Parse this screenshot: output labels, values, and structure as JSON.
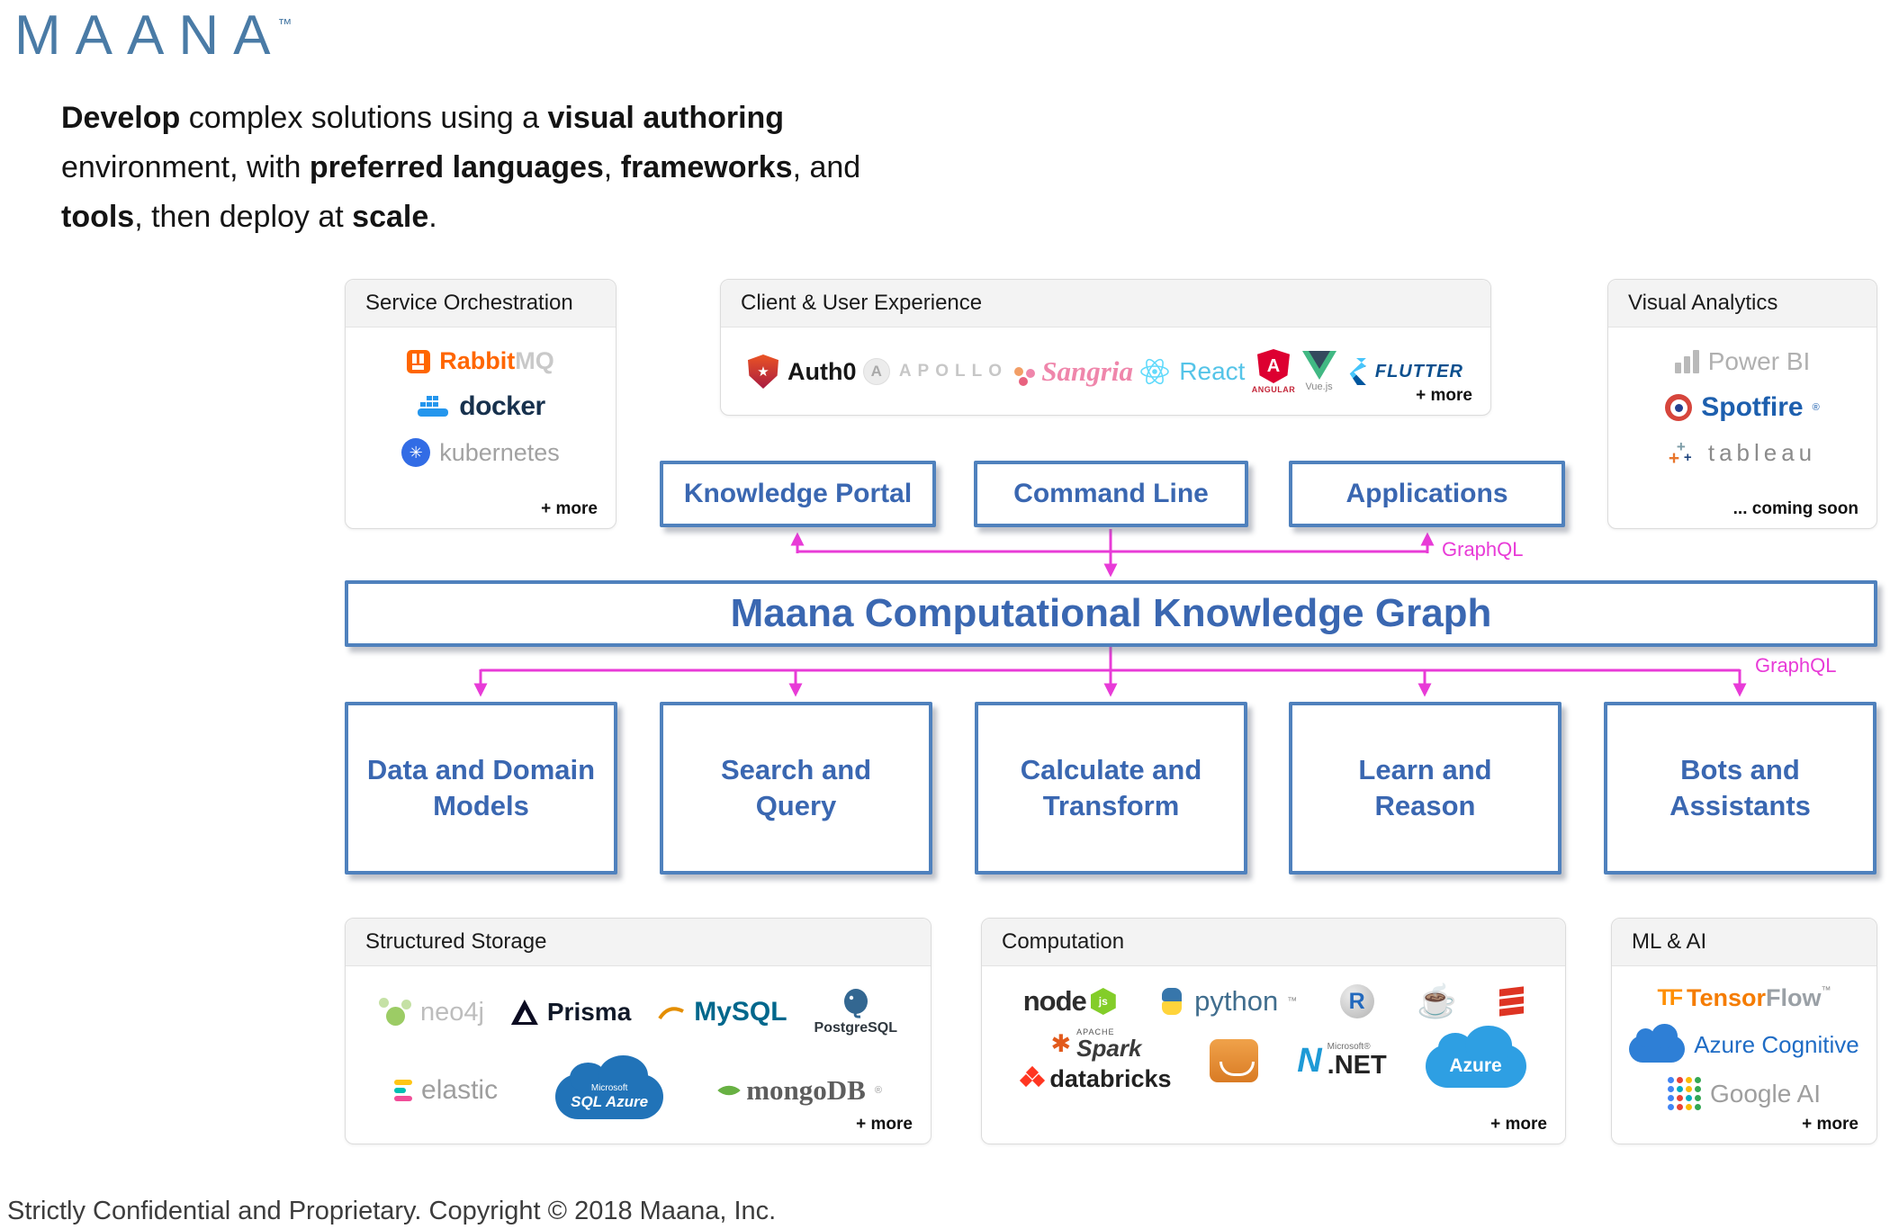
{
  "logo": {
    "text": "MAANA",
    "tm": "™"
  },
  "intro": {
    "l1b1": "Develop",
    "l1t1": " complex solutions using a ",
    "l1b2": "visual authoring",
    "l2t1": "environment, with ",
    "l2b1": "preferred languages",
    "l2t2": ", ",
    "l2b2": "frameworks",
    "l2t3": ", and",
    "l3b1": "tools",
    "l3t1": ", then deploy at ",
    "l3b2": "scale",
    "l3t2": "."
  },
  "graphql": {
    "top": "GraphQL",
    "bottom": "GraphQL"
  },
  "flow": {
    "knowledge_portal": "Knowledge Portal",
    "command_line": "Command Line",
    "applications": "Applications",
    "ckg": "Maana Computational Knowledge Graph",
    "data_domain": "Data and Domain\nModels",
    "search_query": "Search and\nQuery",
    "calculate_transform": "Calculate and\nTransform",
    "learn_reason": "Learn and\nReason",
    "bots_assistants": "Bots and\nAssistants"
  },
  "service_orchestration": {
    "title": "Service Orchestration",
    "rabbit_p1": "Rabbit",
    "rabbit_p2": "MQ",
    "docker": "docker",
    "kubernetes": "kubernetes",
    "more": "+ more"
  },
  "client_ux": {
    "title": "Client & User Experience",
    "auth0": "Auth0",
    "apollo": "APOLLO",
    "sangria": "Sangria",
    "react": "React",
    "angular": "ANGULAR",
    "vue": "Vue.js",
    "flutter": "FLUTTER",
    "more": "+ more"
  },
  "visual_analytics": {
    "title": "Visual Analytics",
    "powerbi": "Power BI",
    "spotfire": "Spotfire",
    "spotfire_r": "®",
    "tableau": "tableau",
    "coming_soon": "... coming soon"
  },
  "structured_storage": {
    "title": "Structured Storage",
    "neo4j": "neo4j",
    "prisma": "Prisma",
    "mysql": "MySQL",
    "postgresql": "PostgreSQL",
    "elastic": "elastic",
    "sqlazure_l1": "Microsoft",
    "sqlazure_l2": "SQL Azure",
    "mongodb": "mongoDB",
    "mongodb_r": "®",
    "more": "+ more"
  },
  "computation": {
    "title": "Computation",
    "node": "node",
    "node_js": "js",
    "python": "python",
    "python_tm": "™",
    "r": "R",
    "spark_apache": "APACHE",
    "spark": "Spark",
    "databricks": "databricks",
    "dotnet_ms": "Microsoft®",
    "dotnet": ".NET",
    "azure": "Azure",
    "more": "+ more"
  },
  "ml_ai": {
    "title": "ML & AI",
    "tf_icon": "TF",
    "tf_p1": "Tensor",
    "tf_p2": "Flow",
    "tf_tm": "™",
    "azure_cognitive": "Azure Cognitive",
    "google_ai": "Google AI",
    "more": "+ more"
  },
  "icons": {
    "auth0_star": "★",
    "apollo_letter": "A",
    "angular_letter": "A",
    "kubernetes_helm": "✳",
    "java_cup": "☕",
    "spark_star": "✱",
    "dotnet_n": "N",
    "tableau_plus1": "+",
    "tableau_plus2": "+",
    "tableau_plus3": "+"
  },
  "footer": "Strictly Confidential and Proprietary.  Copyright © 2018 Maana, Inc."
}
